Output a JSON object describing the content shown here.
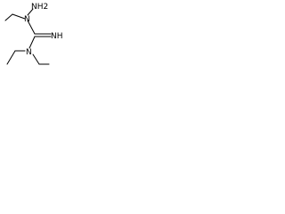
{
  "molecule": {
    "atoms": {
      "hydrazine_n": "N",
      "hydrazine_nh2": "NH2",
      "imine": "NH",
      "amine_n": "N"
    },
    "colors": {
      "bond": "#000000",
      "text": "#000000",
      "background": "#ffffff"
    }
  }
}
